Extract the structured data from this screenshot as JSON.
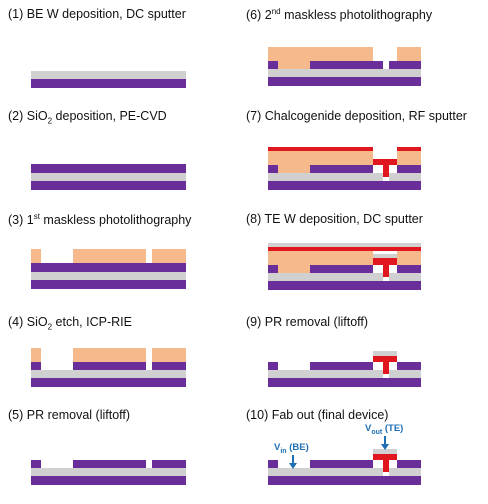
{
  "colors": {
    "substrate": "#6a2e9b",
    "oxide": "#d0d0d0",
    "photoresist": "#f5b98c",
    "chalcogenide": "#e0171f",
    "arrow": "#1f6fb5"
  },
  "steps": [
    {
      "num": "(1)",
      "pre": "BE W deposition, DC sputter",
      "script": "",
      "post": ""
    },
    {
      "num": "(2)",
      "pre": "SiO",
      "script": "2",
      "post": " deposition, PE-CVD"
    },
    {
      "num": "(3)",
      "pre": "1",
      "script": "st",
      "post": " maskless photolithography"
    },
    {
      "num": "(4)",
      "pre": "SiO",
      "script": "2",
      "post": " etch, ICP-RIE"
    },
    {
      "num": "(5)",
      "pre": "PR removal (liftoff)",
      "script": "",
      "post": ""
    },
    {
      "num": "(6)",
      "pre": "2",
      "script": "nd",
      "post": " maskless photolithography"
    },
    {
      "num": "(7)",
      "pre": "Chalcogenide deposition, RF sputter",
      "script": "",
      "post": ""
    },
    {
      "num": "(8)",
      "pre": "TE W deposition, DC sputter",
      "script": "",
      "post": ""
    },
    {
      "num": "(9)",
      "pre": "PR removal (liftoff)",
      "script": "",
      "post": ""
    },
    {
      "num": "(10)",
      "pre": "Fab out (final device)",
      "script": "",
      "post": ""
    }
  ],
  "callouts": {
    "vin": {
      "v": "V",
      "sub": "in",
      "label": " (BE)"
    },
    "vout": {
      "v": "V",
      "sub": "out",
      "label": " (TE)"
    }
  }
}
